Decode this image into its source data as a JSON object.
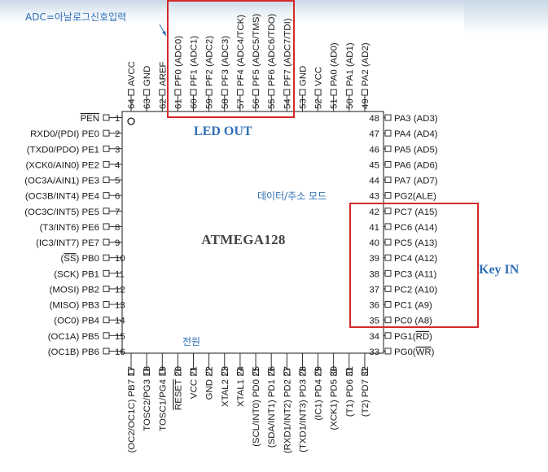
{
  "chip": {
    "name": "ATMEGA128"
  },
  "annotations": {
    "adc": "ADC=아날로그신호입력",
    "led_out": "LED OUT",
    "data_addr_mode": "데이터/주소 모드",
    "key_in": "Key IN",
    "power": "전원"
  },
  "colors": {
    "annotation": "#2e6fb7",
    "highlight_box": "#d42a2a",
    "text": "#1a1a1a"
  },
  "pins": {
    "left": [
      {
        "num": "1",
        "label": "PEN",
        "overline": "PEN"
      },
      {
        "num": "2",
        "label": "RXD0/(PDI) PE0"
      },
      {
        "num": "3",
        "label": "(TXD0/PDO) PE1"
      },
      {
        "num": "4",
        "label": "(XCK0/AIN0) PE2"
      },
      {
        "num": "5",
        "label": "(OC3A/AIN1) PE3"
      },
      {
        "num": "6",
        "label": "(OC3B/INT4) PE4"
      },
      {
        "num": "7",
        "label": "(OC3C/INT5) PE5"
      },
      {
        "num": "8",
        "label": "(T3/INT6) PE6"
      },
      {
        "num": "9",
        "label": "(IC3/INT7) PE7"
      },
      {
        "num": "10",
        "label": "(SS) PB0",
        "overline": "SS"
      },
      {
        "num": "11",
        "label": "(SCK) PB1"
      },
      {
        "num": "12",
        "label": "(MOSI) PB2"
      },
      {
        "num": "13",
        "label": "(MISO) PB3"
      },
      {
        "num": "14",
        "label": "(OC0) PB4"
      },
      {
        "num": "15",
        "label": "(OC1A) PB5"
      },
      {
        "num": "16",
        "label": "(OC1B) PB6"
      }
    ],
    "right": [
      {
        "num": "48",
        "label": "PA3 (AD3)"
      },
      {
        "num": "47",
        "label": "PA4 (AD4)"
      },
      {
        "num": "46",
        "label": "PA5 (AD5)"
      },
      {
        "num": "45",
        "label": "PA6 (AD6)"
      },
      {
        "num": "44",
        "label": "PA7 (AD7)"
      },
      {
        "num": "43",
        "label": "PG2(ALE)"
      },
      {
        "num": "42",
        "label": "PC7 (A15)"
      },
      {
        "num": "41",
        "label": "PC6 (A14)"
      },
      {
        "num": "40",
        "label": "PC5 (A13)"
      },
      {
        "num": "39",
        "label": "PC4 (A12)"
      },
      {
        "num": "38",
        "label": "PC3 (A11)"
      },
      {
        "num": "37",
        "label": "PC2 (A10)"
      },
      {
        "num": "36",
        "label": "PC1 (A9)"
      },
      {
        "num": "35",
        "label": "PC0 (A8)"
      },
      {
        "num": "34",
        "label": "PG1(RD)",
        "overline": "RD"
      },
      {
        "num": "33",
        "label": "PG0(WR)",
        "overline": "WR"
      }
    ],
    "top": [
      {
        "num": "64",
        "label": "AVCC"
      },
      {
        "num": "63",
        "label": "GND"
      },
      {
        "num": "62",
        "label": "AREF"
      },
      {
        "num": "61",
        "label": "PF0 (ADC0)"
      },
      {
        "num": "60",
        "label": "PF1 (ADC1)"
      },
      {
        "num": "59",
        "label": "PF2 (ADC2)"
      },
      {
        "num": "58",
        "label": "PF3 (ADC3)"
      },
      {
        "num": "57",
        "label": "PF4 (ADC4/TCK)"
      },
      {
        "num": "56",
        "label": "PF5 (ADC5/TMS)"
      },
      {
        "num": "55",
        "label": "PF6 (ADC6/TDO)"
      },
      {
        "num": "54",
        "label": "PF7 (ADC7/TDI)"
      },
      {
        "num": "53",
        "label": "GND"
      },
      {
        "num": "52",
        "label": "VCC"
      },
      {
        "num": "51",
        "label": "PA0 (AD0)"
      },
      {
        "num": "50",
        "label": "PA1 (AD1)"
      },
      {
        "num": "49",
        "label": "PA2 (AD2)"
      }
    ],
    "bottom": [
      {
        "num": "17",
        "label": "(OC2/OC1C) PB7"
      },
      {
        "num": "18",
        "label": "TOSC2/PG3"
      },
      {
        "num": "19",
        "label": "TOSC1/PG4"
      },
      {
        "num": "20",
        "label": "RESET",
        "overline": "RESET"
      },
      {
        "num": "21",
        "label": "VCC"
      },
      {
        "num": "22",
        "label": "GND"
      },
      {
        "num": "23",
        "label": "XTAL2"
      },
      {
        "num": "24",
        "label": "XTAL1"
      },
      {
        "num": "25",
        "label": "(SCL/INT0) PD0"
      },
      {
        "num": "26",
        "label": "(SDA/INT1) PD1"
      },
      {
        "num": "27",
        "label": "(RXD1/INT2) PD2"
      },
      {
        "num": "28",
        "label": "(TXD1/INT3) PD3"
      },
      {
        "num": "29",
        "label": "(IC1) PD4"
      },
      {
        "num": "30",
        "label": "(XCK1) PD5"
      },
      {
        "num": "31",
        "label": "(T1) PD6"
      },
      {
        "num": "32",
        "label": "(T2) PD7"
      }
    ]
  }
}
